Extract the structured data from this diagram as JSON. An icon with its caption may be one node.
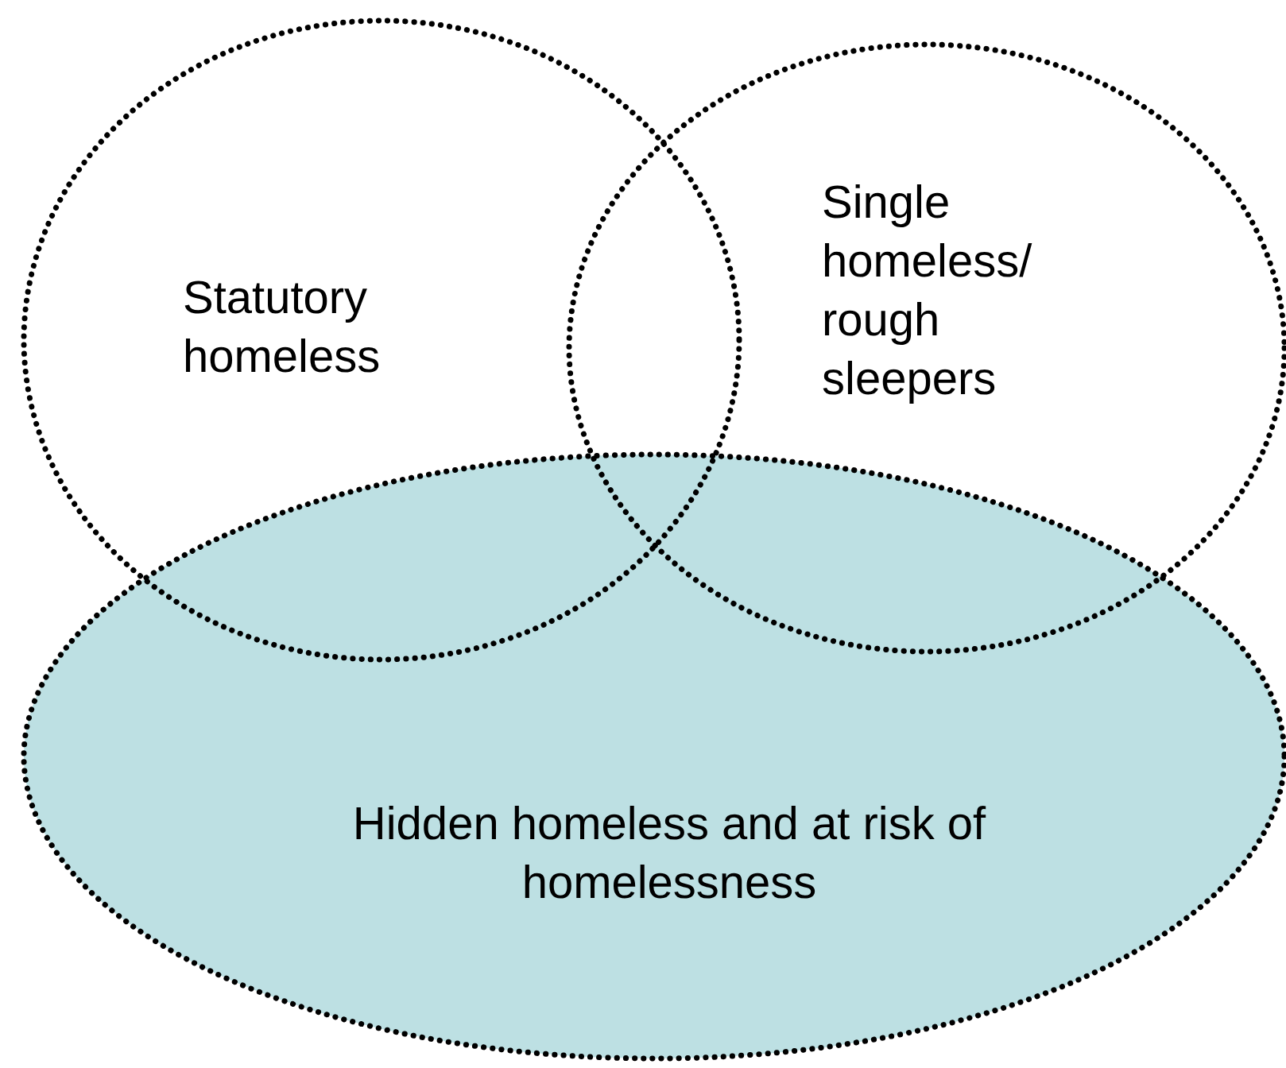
{
  "diagram": {
    "nodes": [
      {
        "text": [
          "Statutory homeless"
        ]
      },
      {
        "text": [
          "Single homeless/ rough sleepers"
        ]
      },
      {
        "text": [
          "Hidden homeless and at risk of homelessness"
        ]
      }
    ]
  }
}
